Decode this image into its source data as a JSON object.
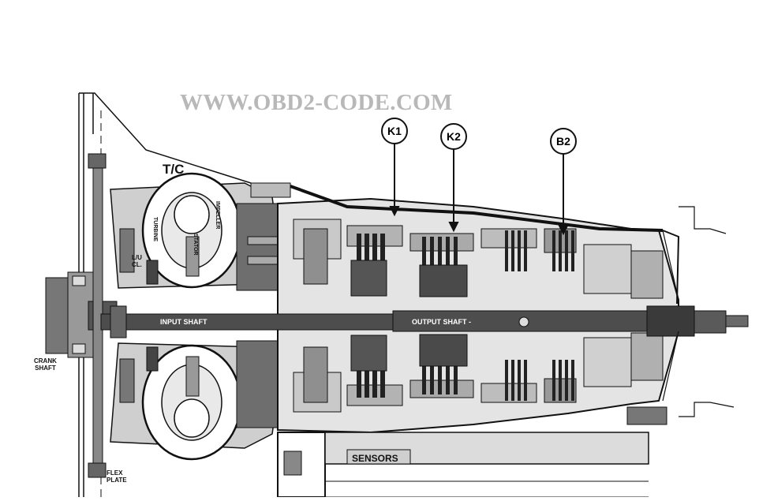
{
  "watermark": "WWW.OBD2-CODE.COM",
  "callouts": [
    {
      "id": "k1",
      "label": "K1"
    },
    {
      "id": "k2",
      "label": "K2"
    },
    {
      "id": "b2",
      "label": "B2"
    }
  ],
  "labels": {
    "torque_converter": "T/C",
    "crankshaft_line1": "CRANK",
    "crankshaft_line2": "SHAFT",
    "flexplate_line1": "FLEX",
    "flexplate_line2": "PLATE",
    "lockup_line1": "L/U",
    "lockup_line2": "CL.",
    "input_shaft": "INPUT SHAFT",
    "output_shaft": "OUTPUT SHAFT -",
    "sensors": "SENSORS",
    "turbine": "TURBINE",
    "impeller": "IMPELLER",
    "stator": "STATOR"
  },
  "colors": {
    "ink": "#111111",
    "dark_gray": "#555555",
    "mid_gray": "#8a8a8a",
    "light_gray": "#c4c4c4",
    "pale_gray": "#dcdcdc",
    "watermark": "#b8b8b8"
  }
}
